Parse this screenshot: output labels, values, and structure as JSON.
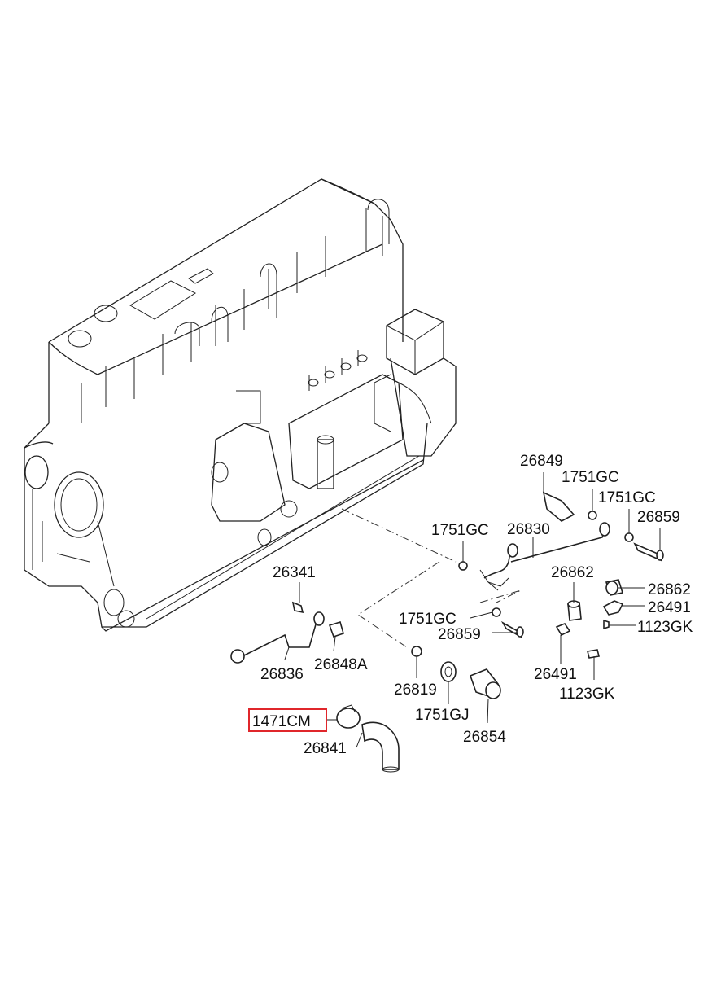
{
  "diagram": {
    "highlight_color": "#e0262b",
    "labels": {
      "p26849": "26849",
      "p1751GC_a": "1751GC",
      "p1751GC_b": "1751GC",
      "p26859_a": "26859",
      "p1751GC_c": "1751GC",
      "p26830": "26830",
      "p26341": "26341",
      "p26862_a": "26862",
      "p26862_b": "26862",
      "p26491_a": "26491",
      "p1751GC_d": "1751GC",
      "p1123GK_a": "1123GK",
      "p26859_b": "26859",
      "p26836": "26836",
      "p26848A": "26848A",
      "p26491_b": "26491",
      "p26819": "26819",
      "p1123GK_b": "1123GK",
      "p1751GJ": "1751GJ",
      "p1471CM": "1471CM",
      "p26854": "26854",
      "p26841": "26841"
    }
  }
}
